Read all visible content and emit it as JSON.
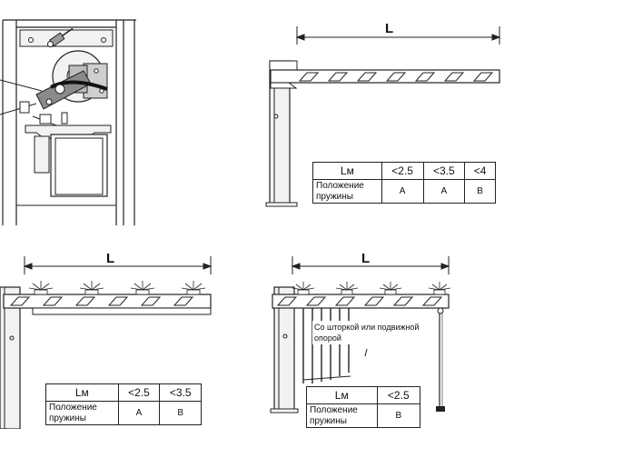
{
  "panels": {
    "top_right": {
      "dimension_label": "L",
      "table": {
        "header_label": "Lм",
        "row_label_line1": "Положение",
        "row_label_line2": "пружины",
        "columns": [
          "<2.5",
          "<3.5",
          "<4"
        ],
        "values": [
          "A",
          "A",
          "B"
        ]
      }
    },
    "bottom_left": {
      "dimension_label": "L",
      "table": {
        "header_label": "Lм",
        "row_label_line1": "Положение",
        "row_label_line2": "пружины",
        "columns": [
          "<2.5",
          "<3.5"
        ],
        "values": [
          "A",
          "B"
        ]
      }
    },
    "bottom_right": {
      "dimension_label": "L",
      "accessory_note_line1": "Со шторкой или подвижной",
      "accessory_note_line2": "опорой",
      "table": {
        "header_label": "Lм",
        "row_label_line1": "Положение",
        "row_label_line2": "пружины",
        "columns": [
          "<2.5"
        ],
        "values": [
          "B"
        ]
      }
    }
  },
  "colors": {
    "line": "#222222",
    "fill_light": "#f2f2f2",
    "fill_mid": "#cfcfcf",
    "fill_dark": "#8a8a8a"
  }
}
